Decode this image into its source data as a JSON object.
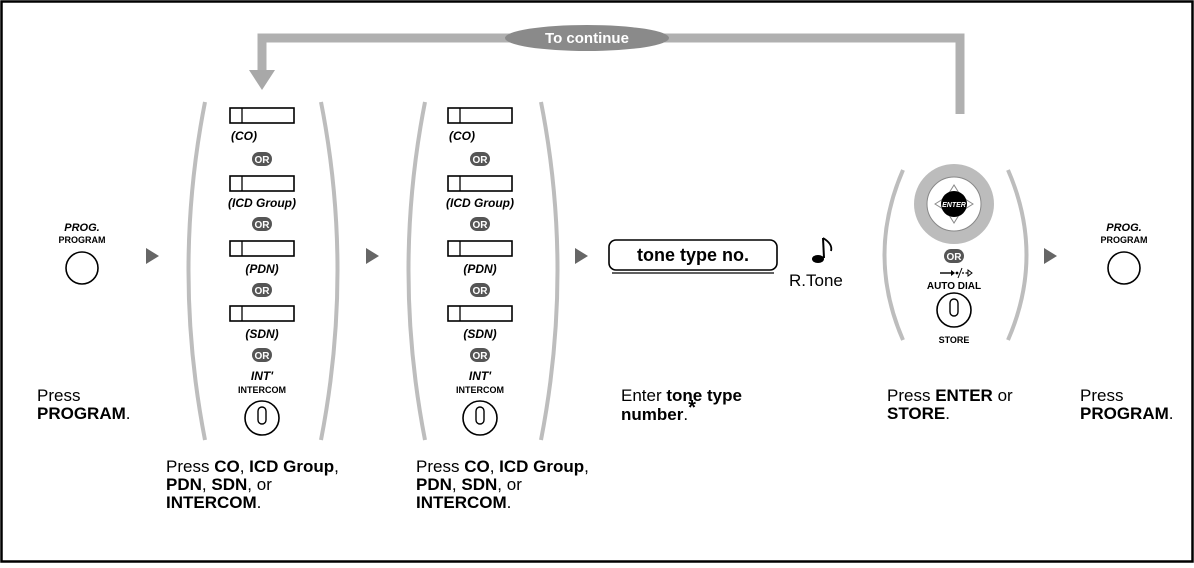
{
  "continue_label": "To continue",
  "program_button": {
    "title": "PROG.",
    "label": "PROGRAM"
  },
  "key_options": {
    "co": "(CO)",
    "icd_group": "(ICD Group)",
    "pdn": "(PDN)",
    "sdn": "(SDN)",
    "or": "OR",
    "intercom_title": "INT'",
    "intercom_label": "INTERCOM"
  },
  "tone_type_box": "tone type no.",
  "rtone": "R.Tone",
  "enter_key_label": "ENTER",
  "auto_dial_label": "AUTO DIAL",
  "store_label": "STORE",
  "captions": {
    "press": "Press",
    "program": "PROGRAM",
    "period": ".",
    "comma": ",",
    "co": "CO",
    "icd_group": "ICD Group",
    "pdn": "PDN",
    "sdn": "SDN",
    "or": "or",
    "intercom": "INTERCOM",
    "enter": "Enter",
    "tone_type": "tone type",
    "number": "number",
    "asterisk": "*",
    "enter_key": "ENTER",
    "store": "STORE"
  }
}
